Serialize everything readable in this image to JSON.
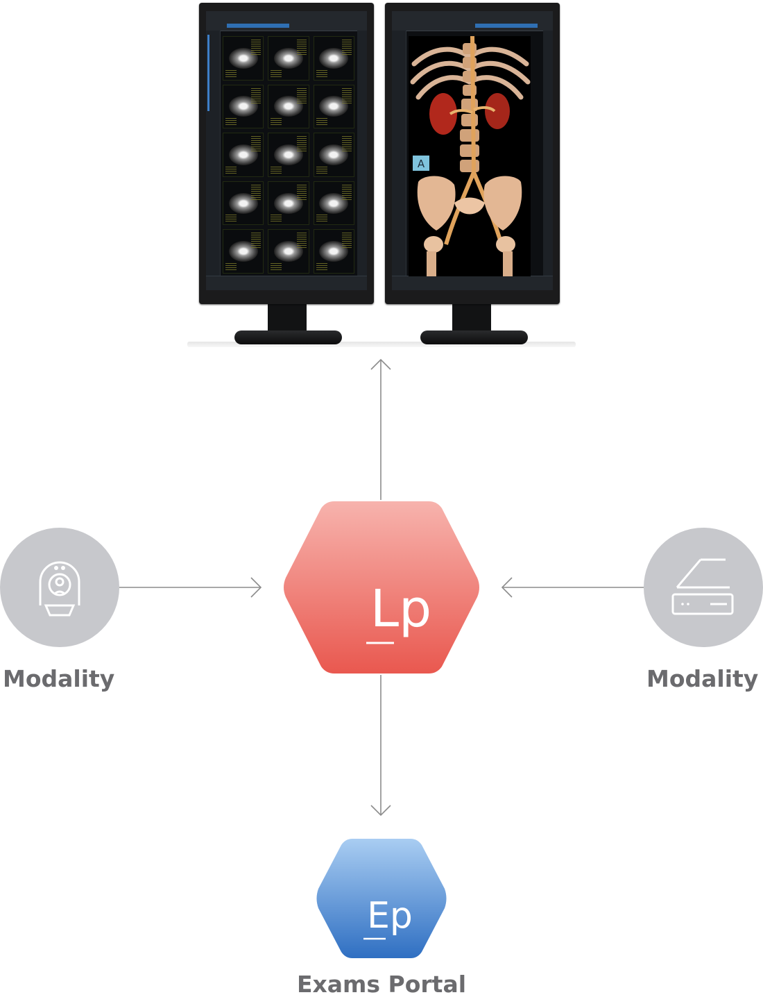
{
  "center_node": {
    "logo_text": "Lp",
    "color_top": "#f7b3ad",
    "color_bottom": "#e9584f"
  },
  "bottom_node": {
    "logo_text": "Ep",
    "label": "Exams Portal",
    "color_top": "#a9cdf2",
    "color_bottom": "#2f6fc2"
  },
  "left_node": {
    "label": "Modality",
    "icon": "mri-scanner-icon"
  },
  "right_node": {
    "label": "Modality",
    "icon": "flatbed-scanner-icon"
  },
  "top_node": {
    "icon": "dual-monitor-workstation"
  },
  "ct_annotation_label": "A",
  "colors": {
    "connector": "#8c8c8c",
    "modality_circle": "#c7c8cc",
    "label_text": "#6b6b6e"
  }
}
